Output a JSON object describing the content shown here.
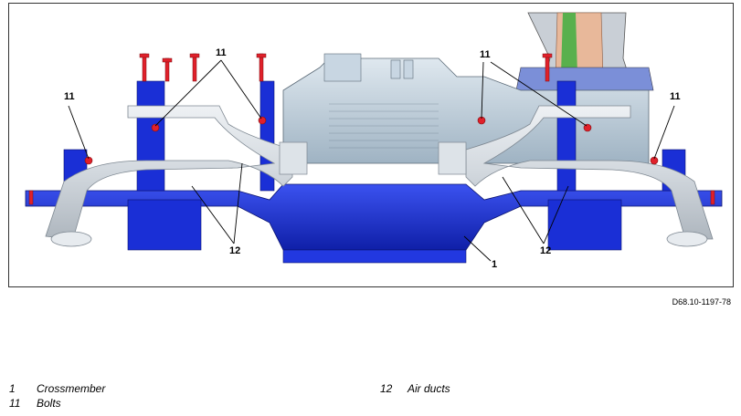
{
  "figure": {
    "callouts": [
      "11",
      "11",
      "11",
      "11",
      "12",
      "12",
      "1"
    ],
    "document_code": "D68.10-1197-78",
    "colors": {
      "crossmember": "#1a2fd6",
      "air_duct": "#d4dae0",
      "housing": "#b9c7d3",
      "bolt": "#e0202a",
      "connector": "#e8b89a",
      "connector_green": "#3fae3f"
    }
  },
  "legend": [
    {
      "num": "1",
      "label": "Crossmember"
    },
    {
      "num": "11",
      "label": "Bolts"
    },
    {
      "num": "12",
      "label": "Air ducts"
    }
  ]
}
